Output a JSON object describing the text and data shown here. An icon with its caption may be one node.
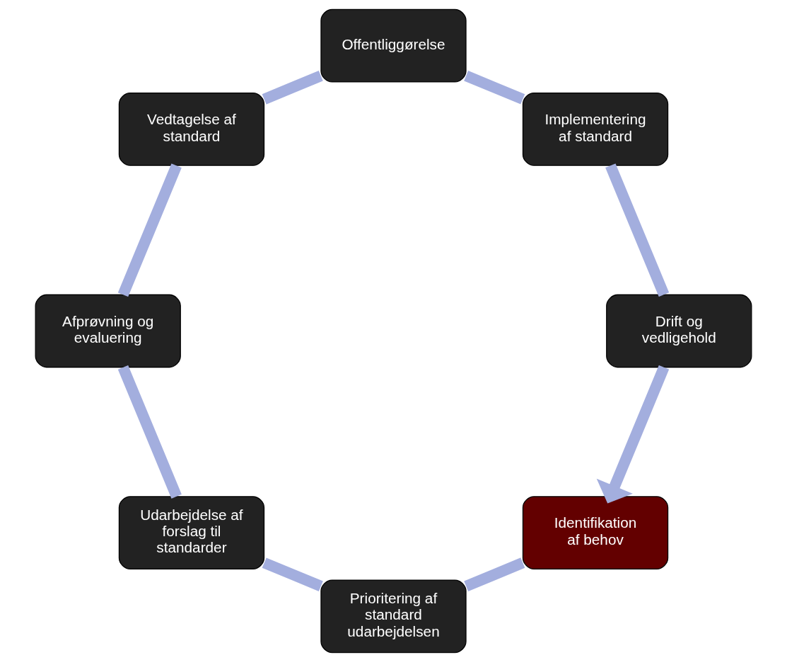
{
  "diagram": {
    "nodes": [
      {
        "text": [
          "Identifikation af behov"
        ]
      },
      {
        "text": [
          "Prioritering af standard udarbejdelsen"
        ]
      },
      {
        "text": [
          "Udarbejdelse af forslag til standarder"
        ]
      },
      {
        "text": [
          "Afprøvning og evaluering"
        ]
      },
      {
        "text": [
          "Vedtagelse af standard"
        ]
      },
      {
        "text": [
          "Offentliggørelse"
        ]
      },
      {
        "text": [
          "Implementering af standard"
        ]
      },
      {
        "text": [
          "Drift og vedligehold"
        ]
      }
    ],
    "edges": [
      {
        "from": 0,
        "to": 1,
        "arrow": "none"
      },
      {
        "from": 1,
        "to": 2,
        "arrow": "none"
      },
      {
        "from": 2,
        "to": 3,
        "arrow": "none"
      },
      {
        "from": 3,
        "to": 4,
        "arrow": "none"
      },
      {
        "from": 4,
        "to": 5,
        "arrow": "none"
      },
      {
        "from": 5,
        "to": 6,
        "arrow": "none"
      },
      {
        "from": 6,
        "to": 7,
        "arrow": "none"
      },
      {
        "from": 7,
        "to": 0,
        "arrow": "to"
      }
    ]
  }
}
